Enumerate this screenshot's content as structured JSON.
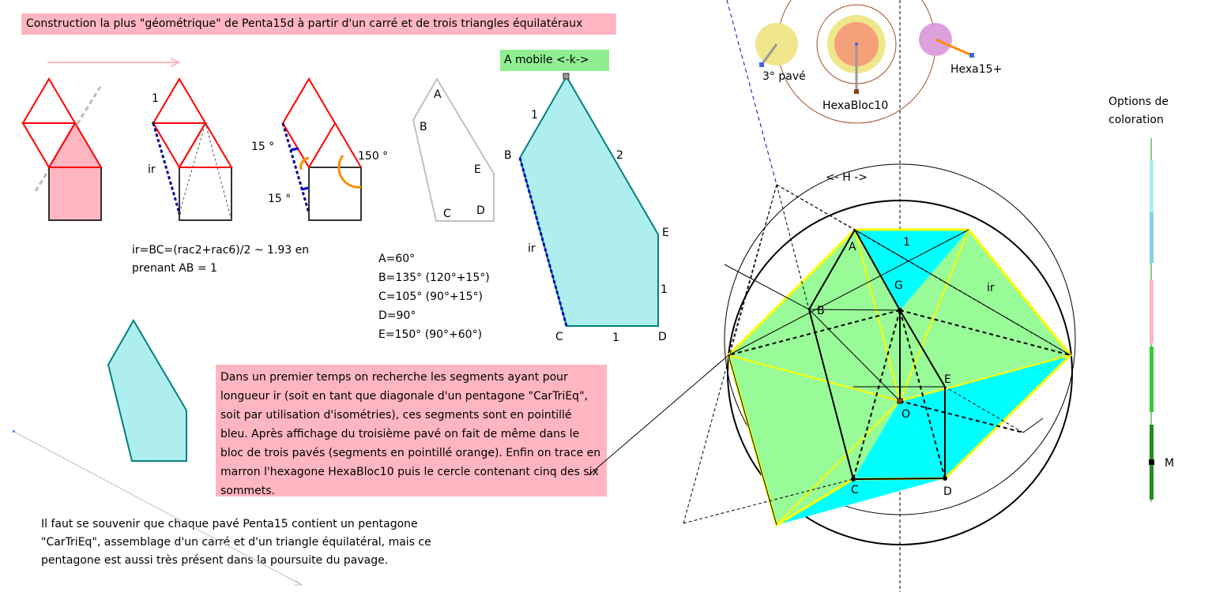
{
  "title": "Construction la plus \"géométrique\" de Penta15d à partir d'un carré et de trois triangles équilatéraux",
  "mobile_button": "A mobile  <-k->",
  "formula": {
    "line1": "ir=BC=(rac2+rac6)/2  ~ 1.93 en",
    "line2": "prenant AB = 1"
  },
  "angles": [
    "A=60°",
    "B=135° (120°+15°)",
    "C=105° (90°+15°)",
    "D=90°",
    "E=150° (90°+60°)"
  ],
  "explanation": "Dans un premier temps on recherche les segments ayant pour longueur ir (soit en tant que diagonale d'un pentagone \"CarTriEq\", soit par utilisation d'isométries), ces segments sont en pointillé bleu. Après affichage du troisième pavé on fait de même dans le bloc de trois pavés (segments en pointillé orange). Enfin on trace en marron l'hexagone HexaBloc10 puis le cercle contenant cinq des six sommets.",
  "note": "Il faut se souvenir que chaque pavé Penta15 contient un pentagone \"CarTriEq\", assemblage d'un carré et d'un triangle équilatéral, mais ce pentagone est aussi très présent dans la poursuite du pavage.",
  "labels": {
    "one": "1",
    "two": "2",
    "ir": "ir",
    "deg15a": "15 °",
    "deg15b": "15 °",
    "deg150": "150 °",
    "A": "A",
    "B": "B",
    "C": "C",
    "D": "D",
    "E": "E",
    "G": "G",
    "O": "O",
    "M": "M",
    "h_slider": "<- H ->",
    "pave3": "3° pavé",
    "hexabloc": "HexaBloc10",
    "hexa15": "Hexa15+",
    "options_line1": "Options de",
    "options_line2": "coloration"
  },
  "colors": {
    "pink": "#ffb6c1",
    "green_box": "#90ee90",
    "cyan": "#00ffff",
    "light_cyan": "#afeeee",
    "green_fill": "#98fb98",
    "red": "#ff0000",
    "teal_edge": "#008080",
    "yellow": "#ffff00",
    "orange": "#ff8c00",
    "blue_dash": "#0000cd"
  },
  "icons": [
    "arrow-right-icon",
    "pentagon-shape-icon",
    "slider-point-icon"
  ]
}
